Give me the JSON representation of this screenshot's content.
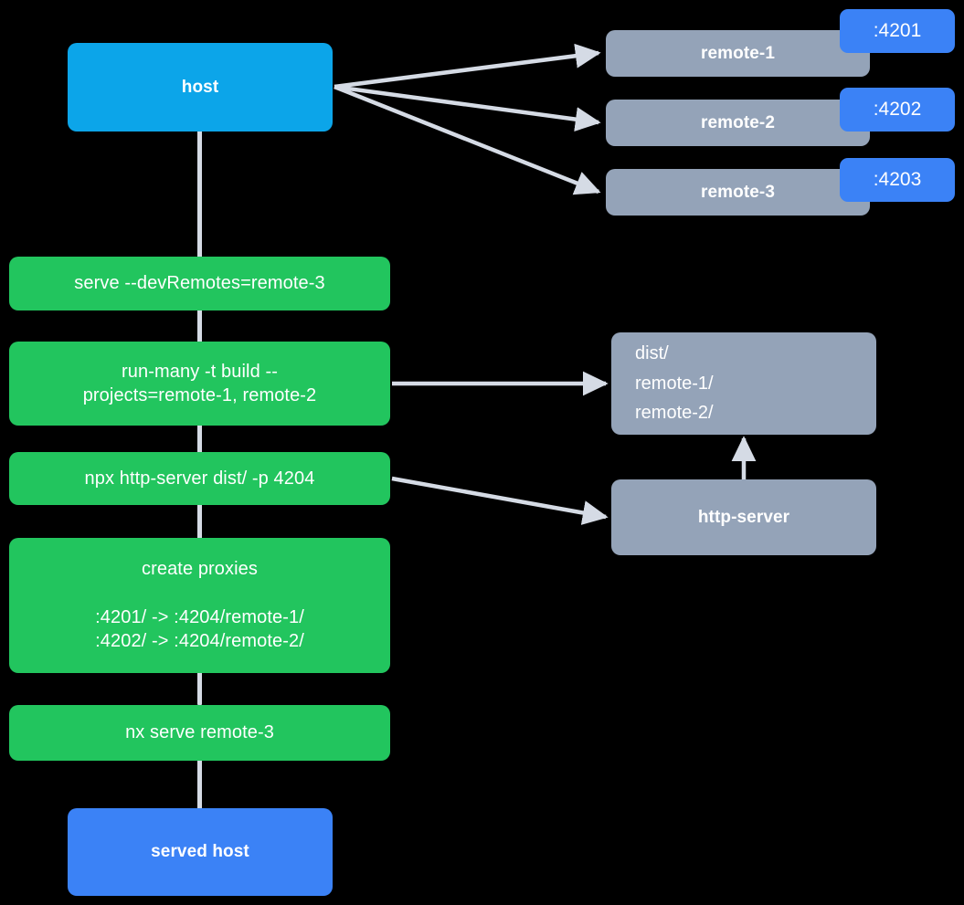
{
  "diagram": {
    "title": "Nx module federation host and remotes serve flow",
    "background": "#000000",
    "colors": {
      "host": "#0CA5E9",
      "command": "#22C55E",
      "service": "#94A3B8",
      "port_badge": "#3B82F6",
      "connector": "#D5DBE5",
      "text": "#FFFFFF"
    }
  },
  "nodes": {
    "host": {
      "label": "host"
    },
    "remotes": [
      {
        "label": "remote-1",
        "port": ":4201"
      },
      {
        "label": "remote-2",
        "port": ":4202"
      },
      {
        "label": "remote-3",
        "port": ":4203"
      }
    ],
    "commands": [
      {
        "id": "serve-devremotes",
        "label": "serve --devRemotes=remote-3"
      },
      {
        "id": "run-many-build",
        "label": "run-many -t build --\nprojects=remote-1, remote-2"
      },
      {
        "id": "npx-http-server",
        "label": "npx http-server dist/ -p 4204"
      },
      {
        "id": "create-proxies",
        "label": "create proxies\n\n:4201/ -> :4204/remote-1/\n:4202/ -> :4204/remote-2/"
      },
      {
        "id": "nx-serve-remote3",
        "label": "nx serve remote-3"
      }
    ],
    "dist": {
      "label": "dist/\n      remote-1/\n      remote-2/"
    },
    "http_server": {
      "label": "http-server"
    },
    "served_host": {
      "label": "served host"
    }
  },
  "edges": [
    {
      "from": "host",
      "to": "remote-1"
    },
    {
      "from": "host",
      "to": "remote-2"
    },
    {
      "from": "host",
      "to": "remote-3"
    },
    {
      "from": "run-many-build",
      "to": "dist"
    },
    {
      "from": "npx-http-server",
      "to": "http-server"
    },
    {
      "from": "http-server",
      "to": "dist"
    },
    {
      "from": "host",
      "to": "serve-devremotes"
    },
    {
      "from": "serve-devremotes",
      "to": "run-many-build"
    },
    {
      "from": "run-many-build",
      "to": "npx-http-server"
    },
    {
      "from": "npx-http-server",
      "to": "create-proxies"
    },
    {
      "from": "create-proxies",
      "to": "nx-serve-remote3"
    },
    {
      "from": "nx-serve-remote3",
      "to": "served-host"
    }
  ]
}
